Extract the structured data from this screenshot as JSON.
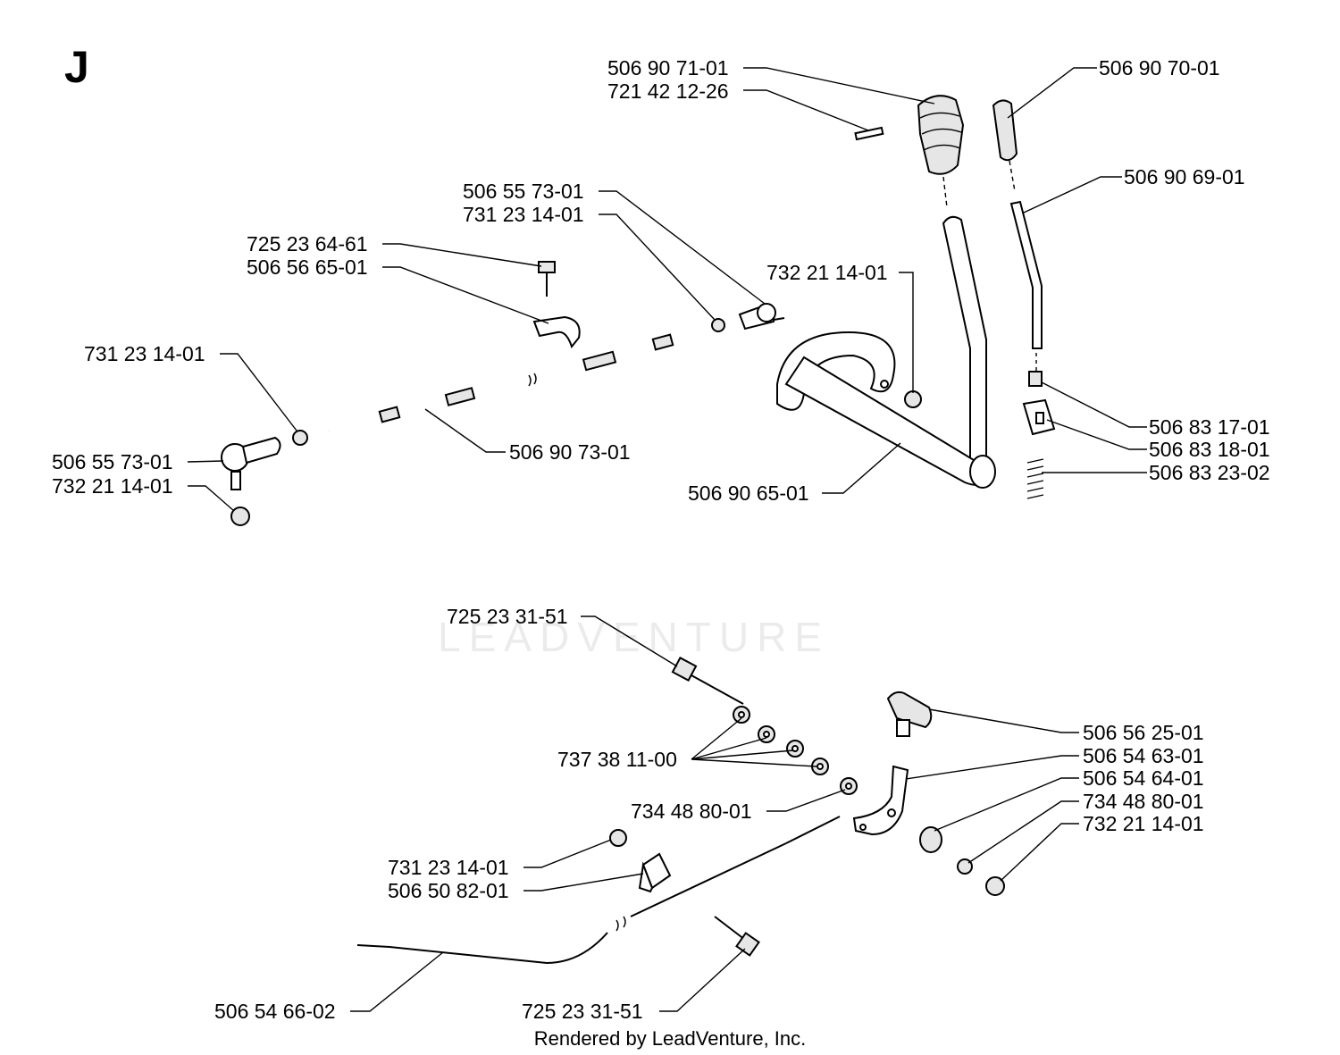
{
  "section_letter": "J",
  "watermark": "LEADVENTURE",
  "credit": "Rendered by LeadVenture, Inc.",
  "labels": {
    "p1": "506 90 71-01",
    "p2": "721 42 12-26",
    "p3": "506 90 70-01",
    "p4": "506 90 69-01",
    "p5": "506 55 73-01",
    "p6": "731 23 14-01",
    "p7": "725 23 64-61",
    "p8": "506 56 65-01",
    "p9": "732 21 14-01",
    "p10": "731 23 14-01",
    "p11": "506 83 17-01",
    "p12": "506 83 18-01",
    "p13": "506 83 23-02",
    "p14": "506 90 73-01",
    "p15": "506 55 73-01",
    "p16": "732 21 14-01",
    "p17": "506 90 65-01",
    "p18": "725 23 31-51",
    "p19": "506 56 25-01",
    "p20": "506 54 63-01",
    "p21": "737 38 11-00",
    "p22": "506 54 64-01",
    "p23": "734 48 80-01",
    "p24": "734 48 80-01",
    "p25": "732 21 14-01",
    "p26": "731 23 14-01",
    "p27": "506 50 82-01",
    "p28": "506 54 66-02",
    "p29": "725 23 31-51"
  }
}
